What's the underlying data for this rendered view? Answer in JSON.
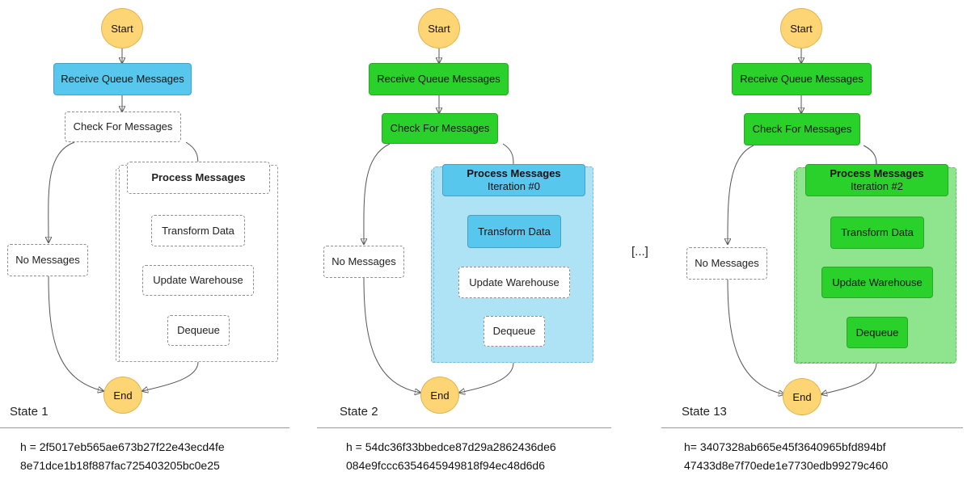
{
  "panels": [
    {
      "state_label": "State 1",
      "hash_line1": "h = 2f5017eb565ae673b27f22e43ecd4fe",
      "hash_line2": "8e71dce1b18f887fac725403205bc0e25",
      "start": "Start",
      "end": "End",
      "receive": "Receive Queue Messages",
      "check": "Check For Messages",
      "no_messages": "No Messages",
      "process": "Process Messages",
      "iteration": "",
      "transform": "Transform Data",
      "update": "Update Warehouse",
      "dequeue": "Dequeue"
    },
    {
      "state_label": "State 2",
      "hash_line1": "h = 54dc36f33bbedce87d29a2862436de6",
      "hash_line2": "084e9fccc6354645949818f94ec48d6d6",
      "start": "Start",
      "end": "End",
      "receive": "Receive Queue Messages",
      "check": "Check For Messages",
      "no_messages": "No Messages",
      "process": "Process Messages",
      "iteration": "Iteration #0",
      "transform": "Transform Data",
      "update": "Update Warehouse",
      "dequeue": "Dequeue"
    },
    {
      "state_label": "State 13",
      "hash_line1": "h= 3407328ab665e45f3640965bfd894bf",
      "hash_line2": "47433d8e7f70ede1e7730edb99279c460",
      "start": "Start",
      "end": "End",
      "receive": "Receive Queue Messages",
      "check": "Check For Messages",
      "no_messages": "No Messages",
      "process": "Process Messages",
      "iteration": "Iteration #2",
      "transform": "Transform Data",
      "update": "Update Warehouse",
      "dequeue": "Dequeue"
    }
  ],
  "ellipsis": "[...]",
  "colors": {
    "start_end": "#fed574",
    "running_blue": "#57c7ee",
    "done_green": "#2ad12a"
  }
}
